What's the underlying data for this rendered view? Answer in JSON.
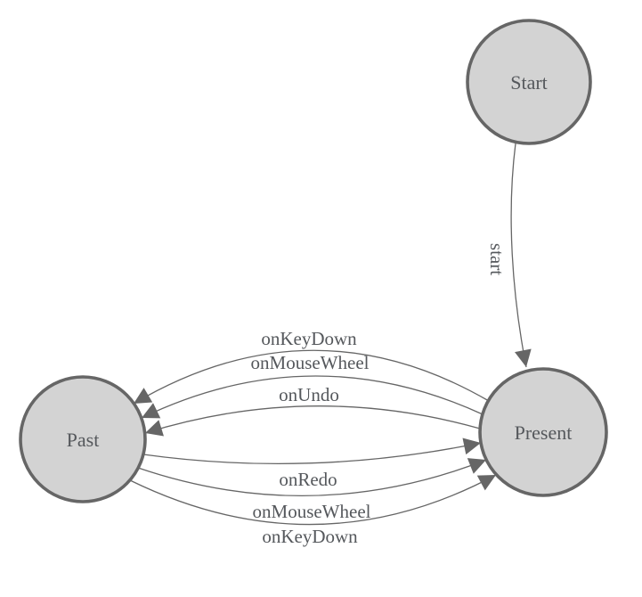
{
  "diagram": {
    "type": "state-machine-diagram",
    "background_color": "#ffffff",
    "colors": {
      "node_fill": "#d3d3d3",
      "node_stroke": "#666666",
      "edge_stroke": "#666666",
      "arrowhead_fill": "#666666",
      "text": "#55585c"
    },
    "nodes": [
      {
        "id": "start",
        "label": "Start"
      },
      {
        "id": "past",
        "label": "Past"
      },
      {
        "id": "present",
        "label": "Present"
      }
    ],
    "edges": [
      {
        "from": "start",
        "to": "present",
        "label": "start"
      },
      {
        "from": "present",
        "to": "past",
        "label": "onKeyDown"
      },
      {
        "from": "present",
        "to": "past",
        "label": "onMouseWheel"
      },
      {
        "from": "present",
        "to": "past",
        "label": "onUndo"
      },
      {
        "from": "past",
        "to": "present",
        "label": "onRedo"
      },
      {
        "from": "past",
        "to": "present",
        "label": "onMouseWheel"
      },
      {
        "from": "past",
        "to": "present",
        "label": "onKeyDown"
      }
    ]
  }
}
